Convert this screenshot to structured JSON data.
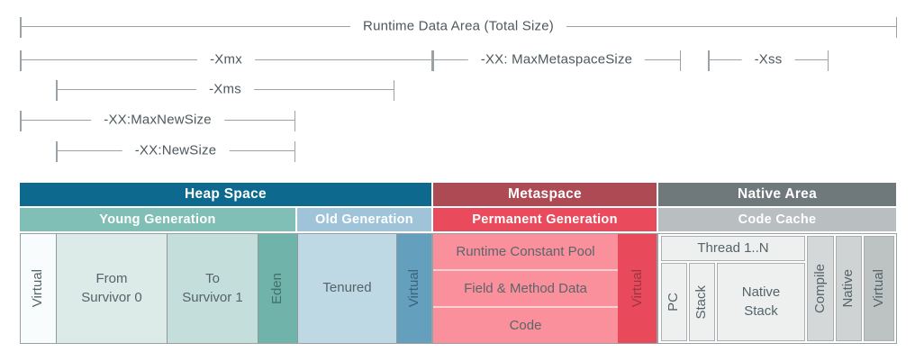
{
  "measure": {
    "runtime_total": "Runtime Data Area (Total Size)",
    "xmx": "-Xmx",
    "max_metaspace": "-XX: MaxMetaspaceSize",
    "xss": "-Xss",
    "xms": "-Xms",
    "max_new_size": "-XX:MaxNewSize",
    "new_size": "-XX:NewSize"
  },
  "heap": {
    "title": "Heap Space",
    "young": {
      "title": "Young Generation",
      "virtual": "Virtual",
      "from_survivor": "From\nSurvivor 0",
      "to_survivor": "To\nSurvivor 1",
      "eden": "Eden"
    },
    "old": {
      "title": "Old Generation",
      "tenured": "Tenured",
      "virtual": "Virtual"
    }
  },
  "metaspace": {
    "title": "Metaspace",
    "permanent": {
      "title": "Permanent Generation",
      "rows": [
        "Runtime Constant Pool",
        "Field & Method Data",
        "Code"
      ],
      "virtual": "Virtual"
    }
  },
  "native": {
    "title": "Native Area",
    "code_cache": {
      "title": "Code Cache",
      "thread": "Thread 1..N",
      "pc": "PC",
      "stack": "Stack",
      "native_stack": "Native\nStack",
      "compile": "Compile",
      "native": "Native",
      "virtual": "Virtual"
    }
  },
  "palette": {
    "heap_header": "#0d6a8e",
    "young_generation": "#7fbfb6",
    "old_generation": "#9fc4d9",
    "metaspace_header": "#ad4a53",
    "permanent_generation": "#ea4b5c",
    "native_header": "#6f787b",
    "code_cache": "#b9bec0",
    "eden": "#6fb3aa",
    "tenured": "#bed8e4",
    "heap_virtual": "#64a0bd",
    "metaspace_rows": "#f9909c",
    "metaspace_virtual": "#e84a5b",
    "native_boxes": "#eef0f0",
    "bracket_line": "#9aa2a5"
  }
}
